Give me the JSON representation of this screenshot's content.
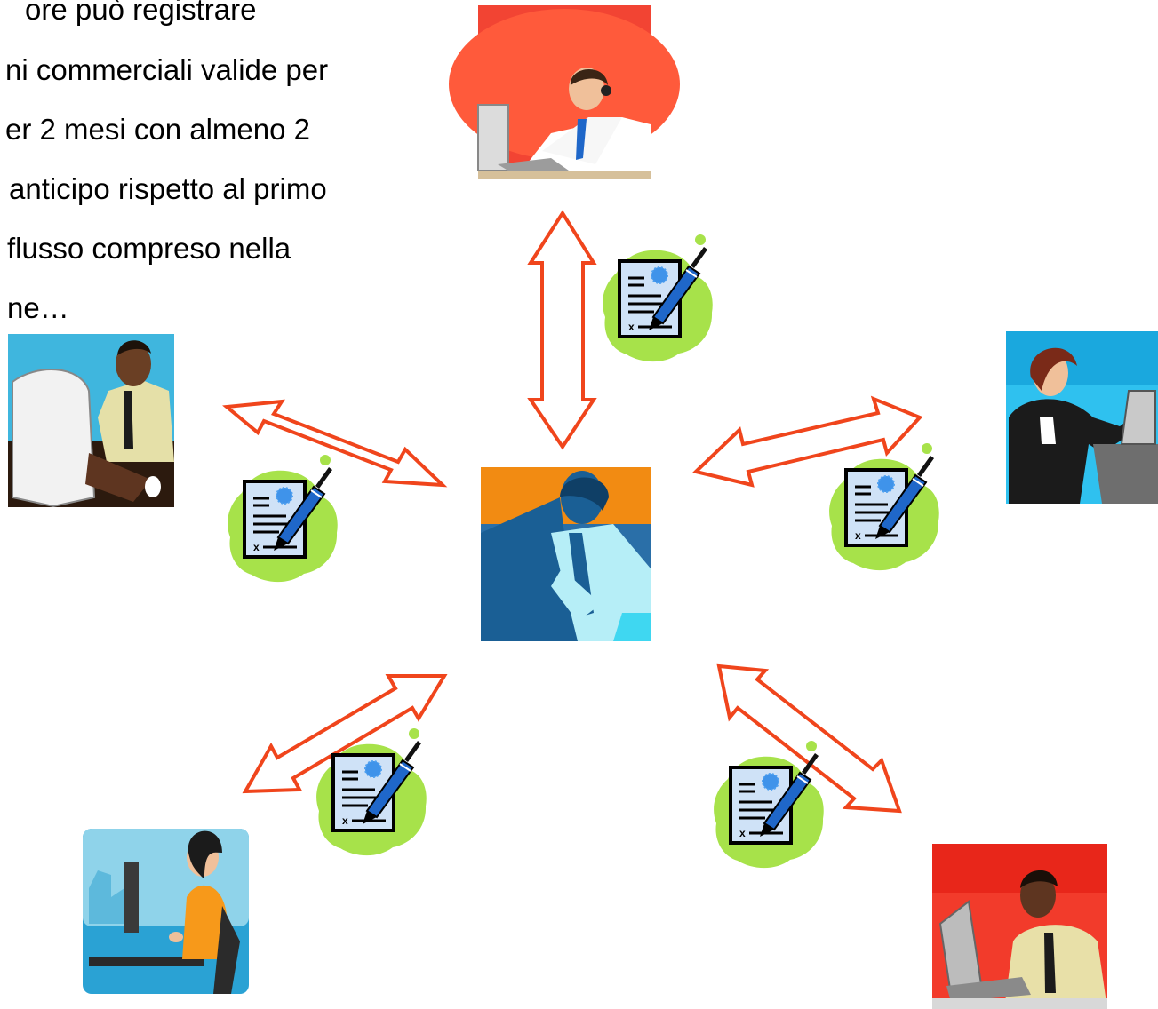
{
  "text": {
    "lines": [
      "ore può registrare",
      "ni commerciali valide per",
      "er 2 mesi con almeno 2",
      "anticipo rispetto al primo",
      "flusso compreso nella",
      "ne…"
    ]
  },
  "colors": {
    "arrow_stroke": "#f0451c",
    "arrow_fill": "#ffffff",
    "blob": "#a7e24a",
    "document_fill": "#cfe2f7",
    "seal": "#3f93ea",
    "pen": "#1f67c9"
  },
  "nodes": {
    "center": {
      "icon": "central-manager-icon"
    },
    "top": {
      "icon": "headset-operator-icon"
    },
    "left": {
      "icon": "computer-worker-icon"
    },
    "right": {
      "icon": "businesswoman-laptop-icon"
    },
    "bottom_left": {
      "icon": "woman-desk-icon"
    },
    "bottom_right": {
      "icon": "man-laptop-icon"
    }
  },
  "contracts": {
    "icon": "signed-contract-icon"
  }
}
